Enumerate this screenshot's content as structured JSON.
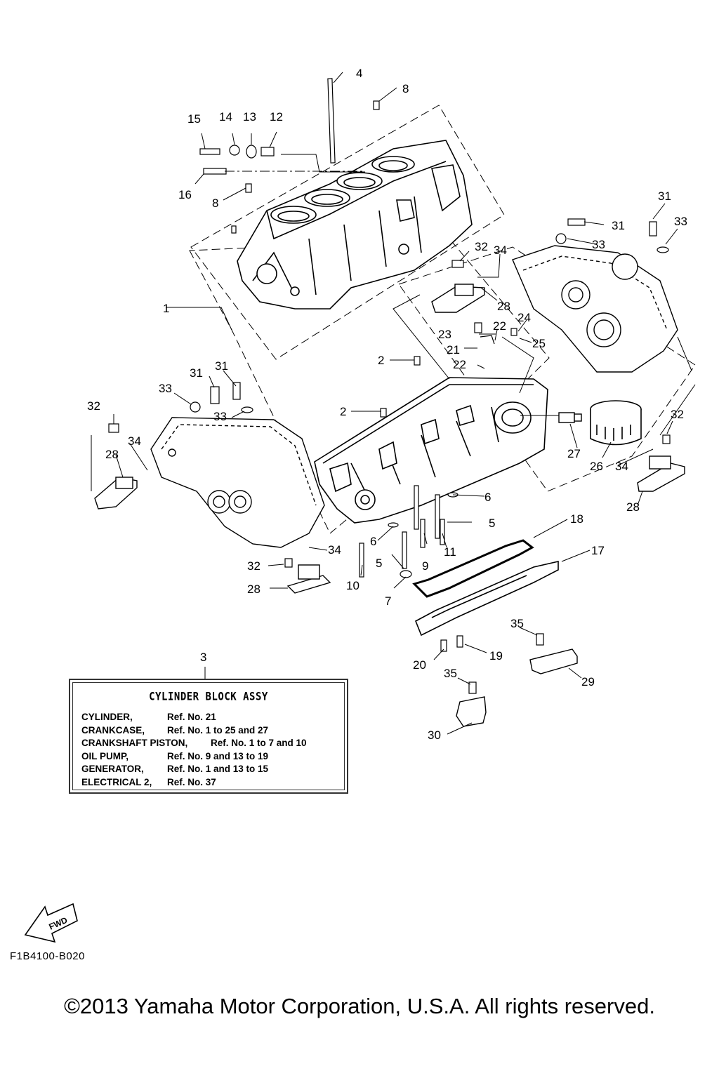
{
  "legend": {
    "ref_no": "3",
    "title": "CYLINDER BLOCK ASSY",
    "rows": [
      {
        "key": "CYLINDER,",
        "value": "Ref. No. 21"
      },
      {
        "key": "CRANKCASE,",
        "value": "Ref. No. 1 to 25 and 27"
      },
      {
        "key": "CRANKSHAFT PISTON,",
        "value": "Ref. No. 1 to 7 and 10"
      },
      {
        "key": "OIL PUMP,",
        "value": "Ref. No. 9 and 13 to 19"
      },
      {
        "key": "GENERATOR,",
        "value": "Ref. No. 1 and 13 to 15"
      },
      {
        "key": "ELECTRICAL 2,",
        "value": "Ref. No. 37"
      }
    ]
  },
  "fwd_label": "FWD",
  "drawing_code": "F1B4100-B020",
  "copyright": "©2013 Yamaha Motor Corporation, U.S.A. All rights reserved.",
  "callouts": [
    "1",
    "2",
    "2",
    "4",
    "5",
    "5",
    "6",
    "6",
    "7",
    "8",
    "8",
    "9",
    "10",
    "11",
    "12",
    "13",
    "14",
    "15",
    "16",
    "17",
    "18",
    "19",
    "20",
    "21",
    "22",
    "22",
    "23",
    "24",
    "25",
    "26",
    "27",
    "28",
    "28",
    "28",
    "28",
    "29",
    "30",
    "31",
    "31",
    "31",
    "31",
    "32",
    "32",
    "32",
    "32",
    "33",
    "33",
    "33",
    "33",
    "34",
    "34",
    "34",
    "34",
    "35",
    "35"
  ]
}
